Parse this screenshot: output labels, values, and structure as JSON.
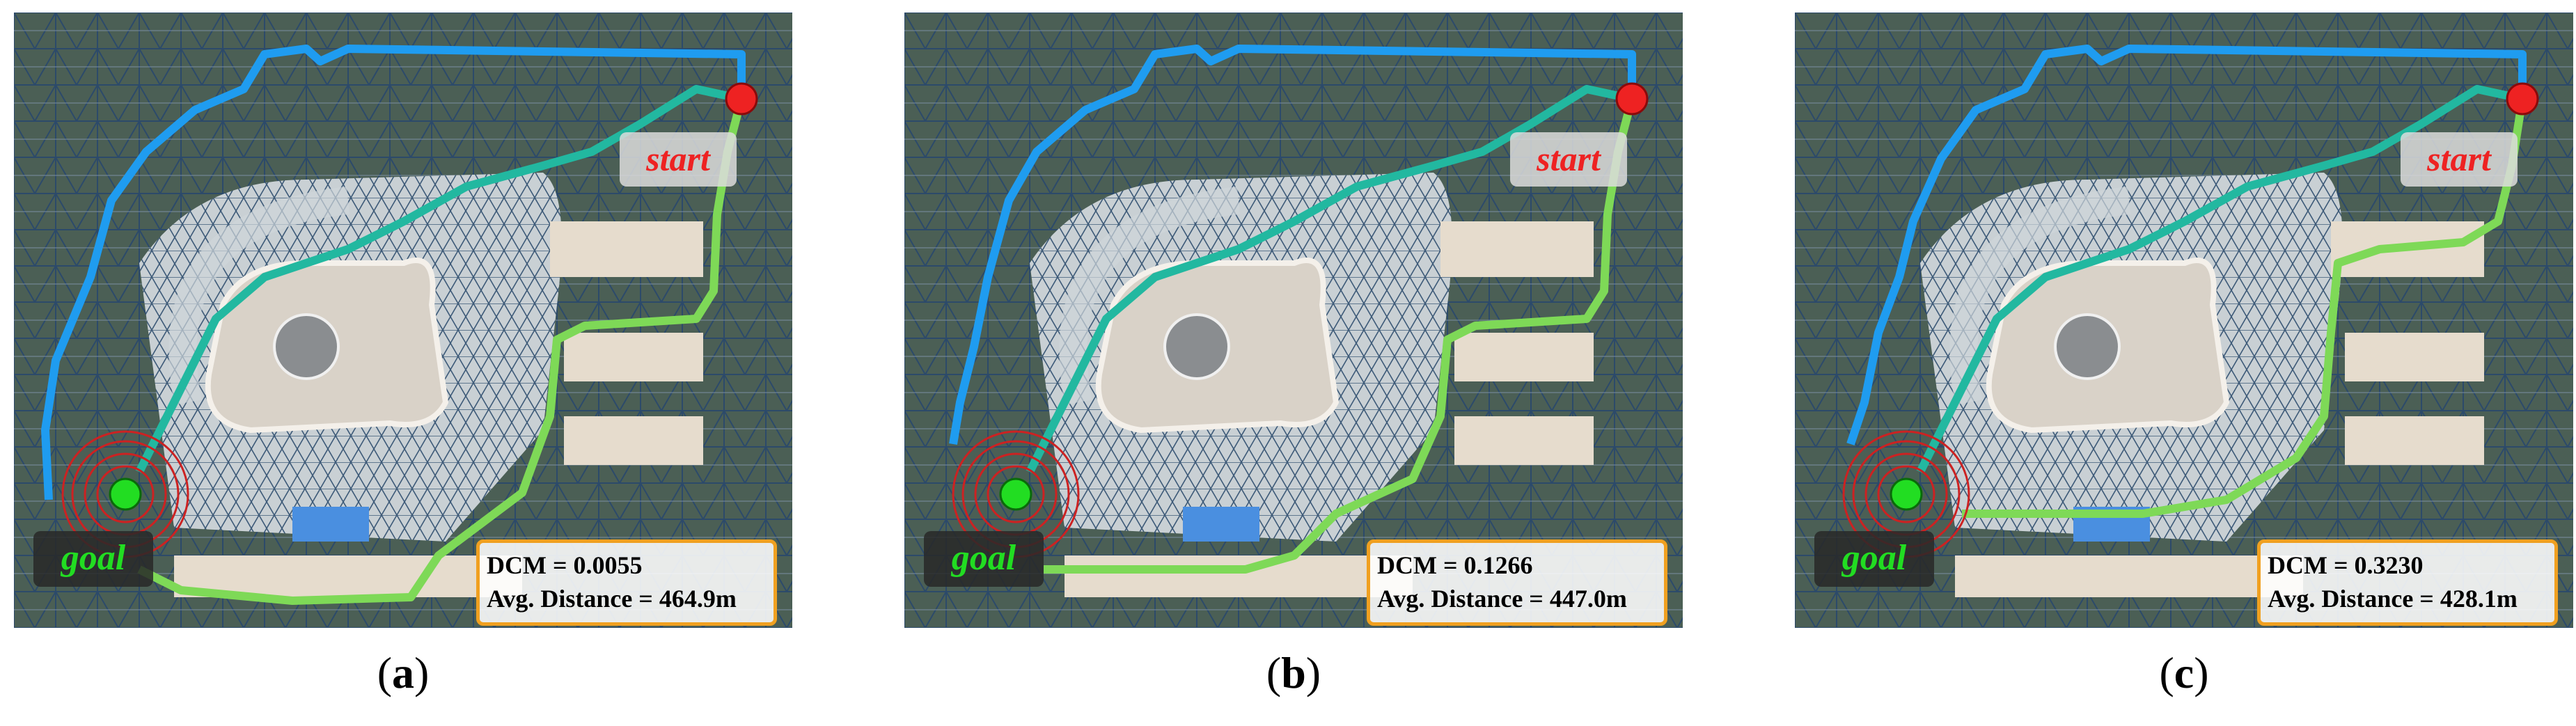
{
  "panels": [
    {
      "caption_letter": "a",
      "start_label": "start",
      "goal_label": "goal",
      "dcm_text": "DCM = 0.0055",
      "distance_text": "Avg. Distance = 464.9m"
    },
    {
      "caption_letter": "b",
      "start_label": "start",
      "goal_label": "goal",
      "dcm_text": "DCM = 0.1266",
      "distance_text": "Avg. Distance = 447.0m"
    },
    {
      "caption_letter": "c",
      "start_label": "start",
      "goal_label": "goal",
      "dcm_text": "DCM = 0.3230",
      "distance_text": "Avg. Distance = 428.1m"
    }
  ],
  "colors": {
    "path_blue": "#1f9cf0",
    "path_teal": "#22b8a0",
    "path_green": "#7ed957",
    "start_marker": "#ee2222",
    "goal_marker": "#22dd22",
    "goal_rings": "#cc2222",
    "metrics_border": "#f0a020",
    "mesh": "#2c4a6a"
  }
}
